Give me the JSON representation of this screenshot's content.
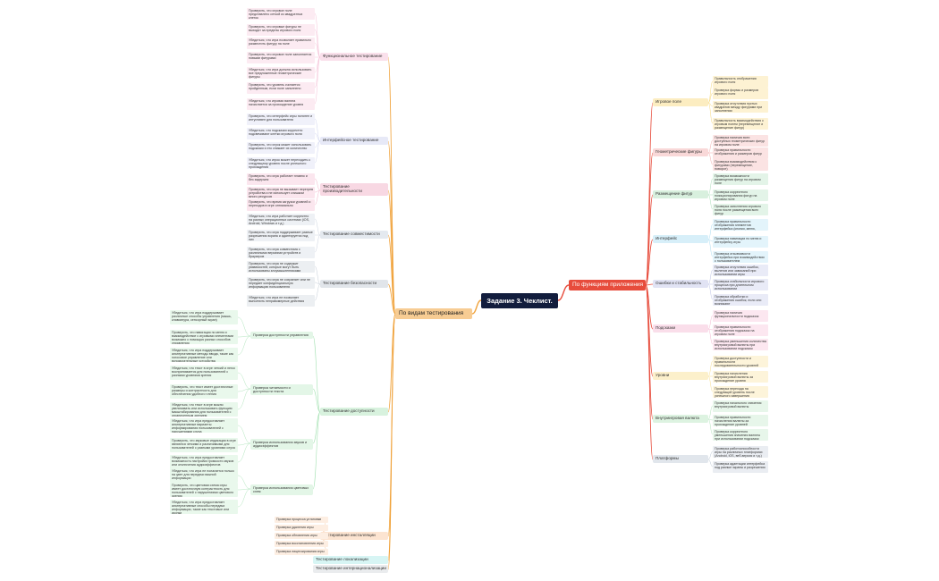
{
  "root": "Задание 3. Чеклист.",
  "left_branch": {
    "label": "По видам тестирования",
    "color": "#f0a23a",
    "children": [
      {
        "label": "Функциональное тестирование",
        "color": "#f2a5c6",
        "leaves": [
          "Проверить, что игровое поле представлено сеткой из квадратных клеток",
          "Проверить, что игровые фигуры не выходят за пределы игрового поля",
          "Убедиться, что игра позволяет правильно разместить фигуру на поле",
          "Проверить, что игровое поле заполняется новыми фигурами",
          "Убедиться, что игра должна использовать все предложенные геометрические фигуры",
          "Проверить, что уровень считается пройденным, если поле заполнено",
          "Убедиться, что игровая валюта начисляется за прохождение уровня"
        ]
      },
      {
        "label": "Интерфейсное тестирование",
        "color": "#b9c0e8",
        "leaves": [
          "Проверить, что интерфейс игры понятен и интуитивен для пользователя",
          "Убедиться, что подсказки корректно подсвечивают клетки игрового поля",
          "Проверить, что игрок может использовать подсказки и это снижает их количество",
          "Убедиться, что игрок может переходить к следующему уровню после успешного прохождения"
        ]
      },
      {
        "label": "Тестирование производительности",
        "color": "#eb8fb0",
        "leaves": [
          "Проверить, что игра работает плавно и без задержек",
          "Проверить, что игра не вызывает перегрев устройства и не использует слишком много ресурсов",
          "Проверить, что время загрузки уровней и переходов в игре оптимально"
        ]
      },
      {
        "label": "Тестирование совместимости",
        "color": "#b3bfd1",
        "leaves": [
          "Убедиться, что игра работает корректно на разных операционных системах (iOS, Android, Windows и т.д.)",
          "Проверить, что игра поддерживает разные разрешения экрана и адаптируется под них",
          "Проверить, что игра совместима с различными версиями устройств и браузеров"
        ]
      },
      {
        "label": "Тестирование безопасности",
        "color": "#a8b4c4",
        "leaves": [
          "Проверить, что игра не содержит уязвимостей, которые могут быть использованы злоумышленниками",
          "Проверить, что игра не сохраняет или не передает конфиденциальную информацию пользователя",
          "Убедиться, что игра не позволяет выполнить неправомерные действия"
        ]
      },
      {
        "label": "Тестирование доступности",
        "color": "#8fdba0",
        "subs": [
          {
            "label": "Проверка доступности управления",
            "leaves": [
              "Убедиться, что игра поддерживает различные способы управления (мышь, клавиатура, сенсорный экран)",
              "Проверить, что навигация по меню и взаимодействие с игровыми элементами возможно с помощью разных способов управления",
              "Убедиться, что игра поддерживает альтернативные методы ввода, такие как голосовое управление или вспомогательные устройства"
            ]
          },
          {
            "label": "Проверка читаемости и доступности текста",
            "leaves": [
              "Убедиться, что текст в игре четкий и легко воспринимается для пользователей с разными уровнями зрения",
              "Проверить, что текст имеет достаточные размеры и контрастность для обеспечения удобного чтения",
              "Убедиться, что текст в игре можно увеличивать или использовать функцию масштабирования для пользователей с ограниченным зрением"
            ]
          },
          {
            "label": "Проверка использования звуков и аудиоэффектов",
            "leaves": [
              "Убедиться, что игра предоставляет альтернативные варианты информирования пользователей с нарушениями слуха",
              "Проверить, что звуковые индикации в игре являются четкими и различимыми для пользователей с разными уровнями слуха",
              "Убедиться, что игра предоставляет возможность настройки громкости звуков или отключения аудиоэффектов"
            ]
          },
          {
            "label": "Проверка использования цветовых схем",
            "leaves": [
              "Убедиться, что игра не полагается только на цвет для передачи важной информации",
              "Проверить, что цветовая схема игры имеет достаточную контрастность для пользователей с нарушениями цветового зрения",
              "Убедиться, что игра предоставляет альтернативные способы передачи информации, такие как текстовые или иконки"
            ]
          }
        ]
      },
      {
        "label": "Тестирование инсталляции",
        "color": "#f7b27c",
        "leaves": [
          "Проверка процесса установки",
          "Проверка удаления игры",
          "Проверка обновления игры",
          "Проверка восстановления игры",
          "Проверка лицензирования игры"
        ]
      },
      {
        "label": "Тестирование локализации",
        "color": "#8ee3e0",
        "leaves": []
      },
      {
        "label": "Тестирование интернационализации",
        "color": "#c3c8cf",
        "leaves": []
      }
    ]
  },
  "right_branch": {
    "label": "По функциям приложения",
    "color": "#e74c3c",
    "children": [
      {
        "label": "Игровое поле",
        "color": "#f5cc4f",
        "leaves": [
          "Правильность отображения игрового поля",
          "Проверка формы и размеров игрового поля",
          "Проверка отсутствия пустых квадратов между фигурами при заполнении",
          "Правильность взаимодействия с игровым полем (перемещение и размещение фигур)"
        ]
      },
      {
        "label": "Геометрические фигуры",
        "color": "#ef8f8f",
        "leaves": [
          "Проверка наличия всех доступных геометрических фигур на игровом поле",
          "Проверка правильности отображения и размеров фигур",
          "Проверка взаимодействия с фигурами (перемещение, поворот)"
        ]
      },
      {
        "label": "Размещение фигур",
        "color": "#8fd4a2",
        "leaves": [
          "Проверка возможности размещения фигур на игровом поле",
          "Проверка корректного позиционирования фигур на игровом поле",
          "Проверка заполнения игрового поля после размещения всех фигур"
        ]
      },
      {
        "label": "Интерфейс",
        "color": "#8ed2ef",
        "leaves": [
          "Проверка правильности отображения элементов интерфейса (кнопки, меню, индикаторы)",
          "Проверка навигации по меню и интерфейсу игры",
          "Проверка отзывчивости интерфейса при взаимодействии с пользователем"
        ]
      },
      {
        "label": "Ошибки и стабильность",
        "color": "#a8b0e0",
        "leaves": [
          "Проверка отсутствия ошибок, вылетов или зависаний при использовании игры",
          "Проверка стабильности игрового процесса при длительном использовании",
          "Проверка обработки и отображения ошибок, если они возникают"
        ]
      },
      {
        "label": "Подсказки",
        "color": "#f2a0c2",
        "leaves": [
          "Проверка наличия функциональности подсказок",
          "Проверка правильности отображения подсказок на игровом поле",
          "Проверка уменьшения количества внутриигровой валюты при использовании подсказок"
        ]
      },
      {
        "label": "Уровни",
        "color": "#f5d36a",
        "leaves": [
          "Проверка доступности и правильности последовательности уровней",
          "Проверка начисления внутриигровой валюты за прохождение уровня",
          "Проверка перехода на следующий уровень после успешного завершения предыдущего"
        ]
      },
      {
        "label": "Внутриигровая валюта",
        "color": "#9ddcaa",
        "leaves": [
          "Проверка начального значения внутриигровой валюты",
          "Проверка правильности начисления валюты за прохождение уровней",
          "Проверка корректного уменьшения значения валюты при использовании подсказок"
        ]
      },
      {
        "label": "Платформы",
        "color": "#a9b8c9",
        "leaves": [
          "Проверка работоспособности игры на различных платформах (Android, iOS, веб-версия и т.д.)",
          "Проверка адаптации интерфейса под разные экраны и разрешения"
        ]
      }
    ]
  }
}
